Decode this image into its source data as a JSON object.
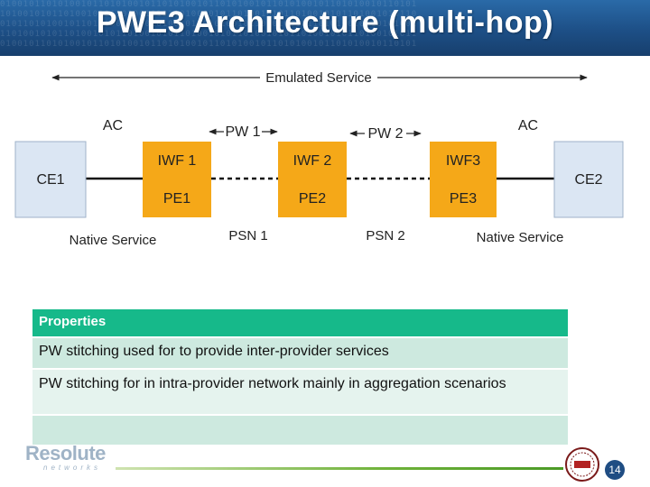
{
  "title": "PWE3 Architecture (multi-hop)",
  "diagram": {
    "emulated_service": "Emulated Service",
    "ac_left": "AC",
    "ac_right": "AC",
    "pw1": "PW 1",
    "pw2": "PW 2",
    "ce1": "CE1",
    "ce2": "CE2",
    "nodes": [
      {
        "iwf": "IWF 1",
        "pe": "PE1"
      },
      {
        "iwf": "IWF 2",
        "pe": "PE2"
      },
      {
        "iwf": "IWF3",
        "pe": "PE3"
      }
    ],
    "native_left": "Native Service",
    "native_right": "Native Service",
    "psn1": "PSN 1",
    "psn2": "PSN 2"
  },
  "properties": {
    "header": "Properties",
    "rows": [
      "PW stitching used for to provide inter-provider services",
      "PW stitching for in intra-provider network mainly in aggregation scenarios",
      ""
    ]
  },
  "footer": {
    "logo_main": "Resolute",
    "logo_sub": "networks",
    "page_number": "14"
  },
  "colors": {
    "header_blue": "#1d4f86",
    "node_orange": "#f5a818",
    "ce_fill": "#dbe6f3",
    "table_header": "#16b98a"
  }
}
